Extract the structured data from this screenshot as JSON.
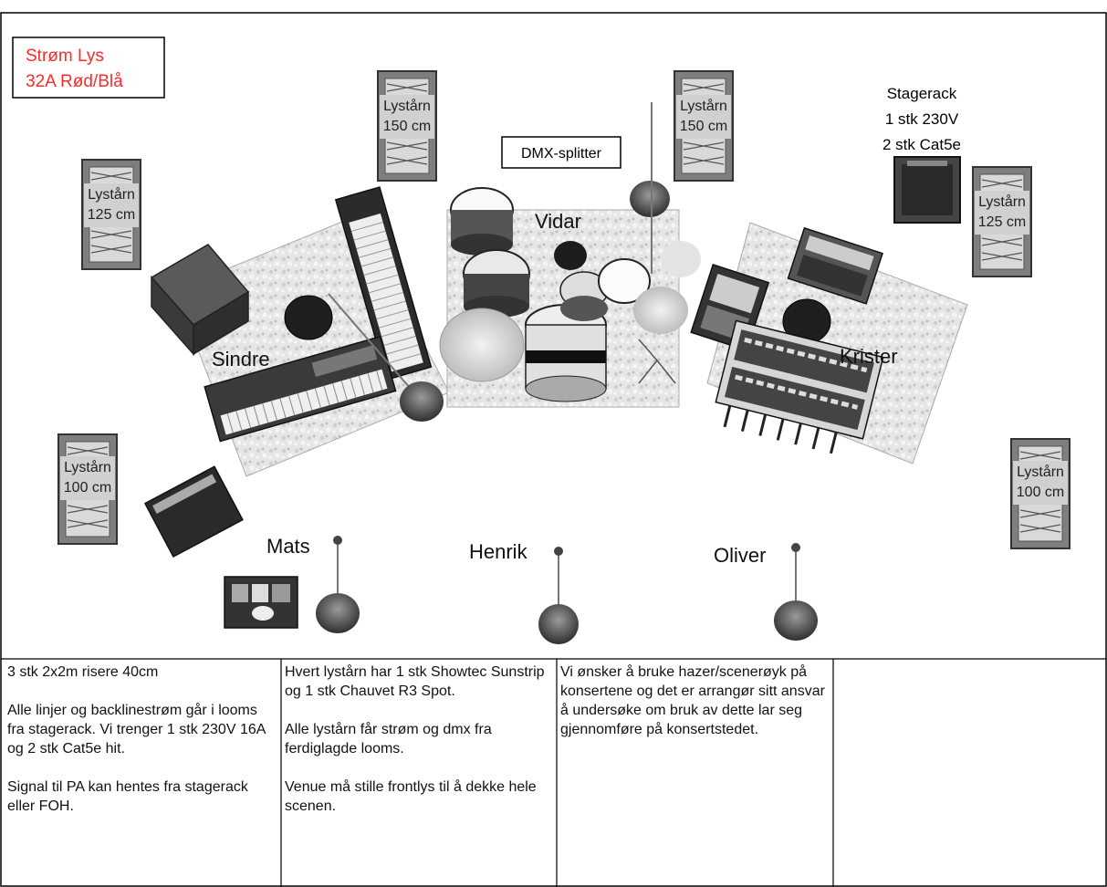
{
  "power_box": {
    "line1": "Strøm Lys",
    "line2": "32A Rød/Blå",
    "color": "#ff2a2a"
  },
  "dmx_splitter": {
    "label": "DMX-splitter"
  },
  "stagerack": {
    "line1": "Stagerack",
    "line2": "1 stk 230V",
    "line3": "2 stk Cat5e"
  },
  "towers": [
    {
      "line1": "Lystårn",
      "line2": "150 cm"
    },
    {
      "line1": "Lystårn",
      "line2": "150 cm"
    },
    {
      "line1": "Lystårn",
      "line2": "125 cm"
    },
    {
      "line1": "Lystårn",
      "line2": "125 cm"
    },
    {
      "line1": "Lystårn",
      "line2": "100 cm"
    },
    {
      "line1": "Lystårn",
      "line2": "100 cm"
    }
  ],
  "musicians": {
    "sindre": "Sindre",
    "vidar": "Vidar",
    "krister": "Krister",
    "mats": "Mats",
    "henrik": "Henrik",
    "oliver": "Oliver"
  },
  "notes": [
    {
      "paragraphs": [
        "3 stk 2x2m risere 40cm",
        "Alle linjer og backlinestrøm går i looms fra stagerack. Vi trenger 1 stk 230V 16A og 2 stk Cat5e hit.",
        "Signal til PA kan hentes fra stagerack eller FOH."
      ]
    },
    {
      "paragraphs": [
        "Hvert lystårn har 1 stk Showtec Sunstrip og 1 stk Chauvet R3 Spot.",
        "Alle lystårn får strøm og dmx fra ferdiglagde looms.",
        "Venue må stille frontlys til å dekke hele scenen."
      ]
    },
    {
      "paragraphs": [
        "Vi ønsker å bruke hazer/scenerøyk på konsertene og det er arrangør sitt ansvar å undersøke om bruk av dette lar seg gjennomføre på konsertstedet."
      ]
    },
    {
      "paragraphs": []
    }
  ]
}
